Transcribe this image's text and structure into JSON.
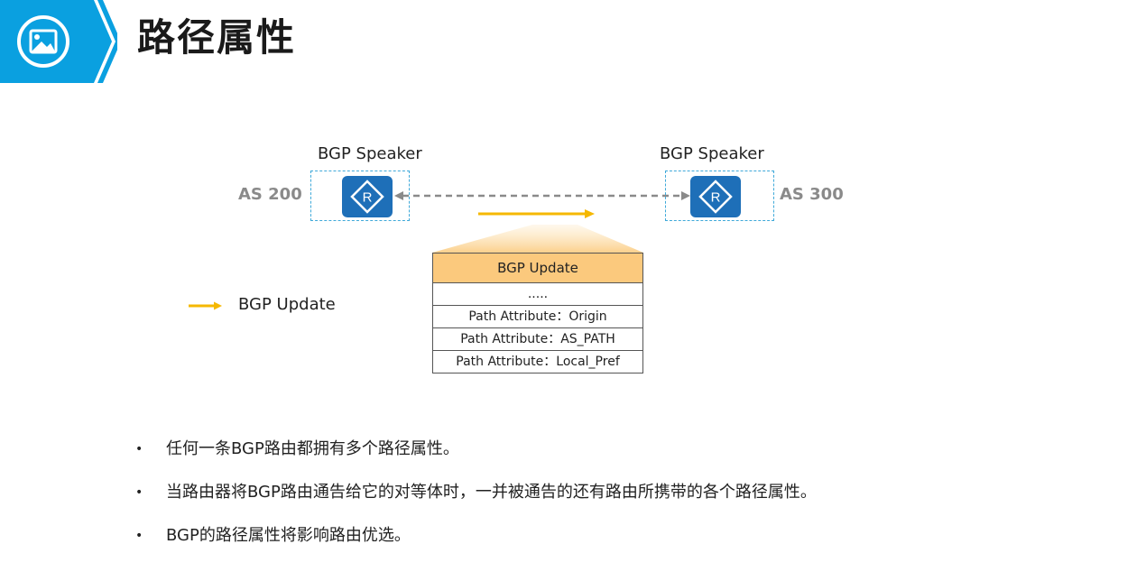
{
  "header": {
    "title": "路径属性",
    "badge_icon": "image-icon",
    "accent_color": "#0aa0e0"
  },
  "diagram": {
    "left_router": {
      "speaker_label": "BGP Speaker",
      "as_label": "AS 200",
      "icon": "router-icon"
    },
    "right_router": {
      "speaker_label": "BGP Speaker",
      "as_label": "AS 300",
      "icon": "router-icon"
    },
    "router_color": "#1e6fb8",
    "update_arrow_color": "#f5b800",
    "update_table": {
      "header": "BGP Update",
      "header_color": "#fbc97d",
      "rows": [
        ".....",
        "Path Attribute：Origin",
        "Path Attribute：AS_PATH",
        "Path Attribute：Local_Pref"
      ]
    },
    "legend": {
      "label": "BGP Update"
    }
  },
  "bullets": [
    "任何一条BGP路由都拥有多个路径属性。",
    "当路由器将BGP路由通告给它的对等体时，一并被通告的还有路由所携带的各个路径属性。",
    "BGP的路径属性将影响路由优选。"
  ]
}
